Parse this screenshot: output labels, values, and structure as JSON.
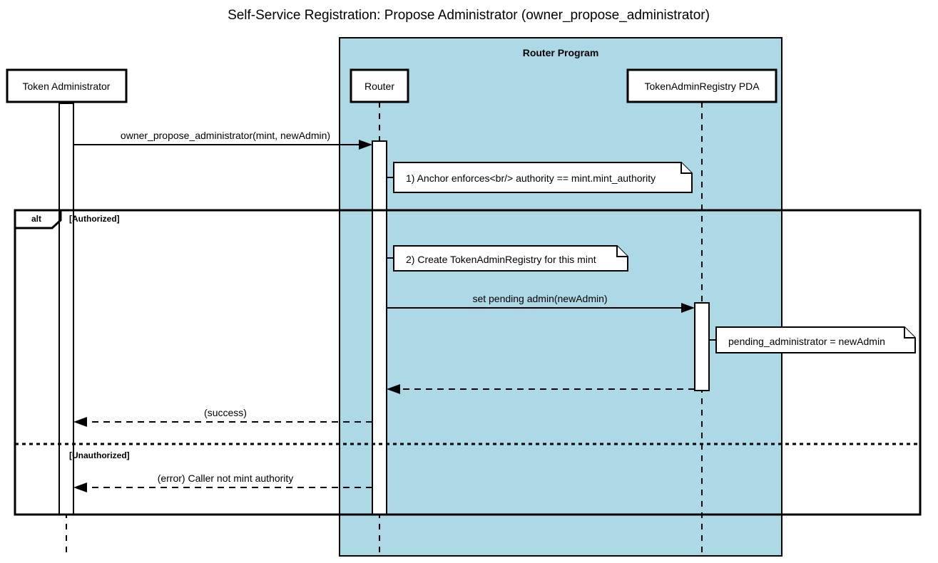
{
  "diagram": {
    "title": "Self-Service Registration: Propose Administrator (owner_propose_administrator)",
    "type": "sequence-diagram",
    "colors": {
      "group_background": "#add8e6",
      "stroke": "#000000",
      "page_background": "#ffffff",
      "box_fill": "#ffffff"
    },
    "group": {
      "label": "Router Program"
    },
    "participants": [
      {
        "id": "token-administrator",
        "label": "Token Administrator",
        "in_group": false
      },
      {
        "id": "router",
        "label": "Router",
        "in_group": true
      },
      {
        "id": "token-admin-registry-pda",
        "label": "TokenAdminRegistry PDA",
        "in_group": true
      }
    ],
    "messages": [
      {
        "id": "msg-propose",
        "label": "owner_propose_administrator(mint, newAdmin)",
        "from": "token-administrator",
        "to": "router",
        "style": "solid",
        "arrow": "filled"
      },
      {
        "id": "msg-set-pending-admin",
        "label": "set pending admin(newAdmin)",
        "from": "router",
        "to": "token-admin-registry-pda",
        "style": "solid",
        "arrow": "filled"
      },
      {
        "id": "msg-pda-return",
        "label": "",
        "from": "token-admin-registry-pda",
        "to": "router",
        "style": "dashed",
        "arrow": "open"
      },
      {
        "id": "msg-success",
        "label": "(success)",
        "from": "router",
        "to": "token-administrator",
        "style": "dashed",
        "arrow": "open"
      },
      {
        "id": "msg-error",
        "label": "(error) Caller not mint authority",
        "from": "router",
        "to": "token-administrator",
        "style": "dashed",
        "arrow": "open"
      }
    ],
    "notes": [
      {
        "id": "note-anchor-enforces",
        "text": "1) Anchor enforces<br/> authority == mint.mint_authority",
        "attached_to": "router"
      },
      {
        "id": "note-create-registry",
        "text": "2) Create TokenAdminRegistry for this mint",
        "attached_to": "router"
      },
      {
        "id": "note-pending-administrator",
        "text": "pending_administrator = newAdmin",
        "attached_to": "token-admin-registry-pda"
      }
    ],
    "fragment": {
      "operator": "alt",
      "sections": [
        {
          "id": "section-authorized",
          "condition": "[Authorized]"
        },
        {
          "id": "section-unauthorized",
          "condition": "[Unauthorized]"
        }
      ]
    }
  }
}
